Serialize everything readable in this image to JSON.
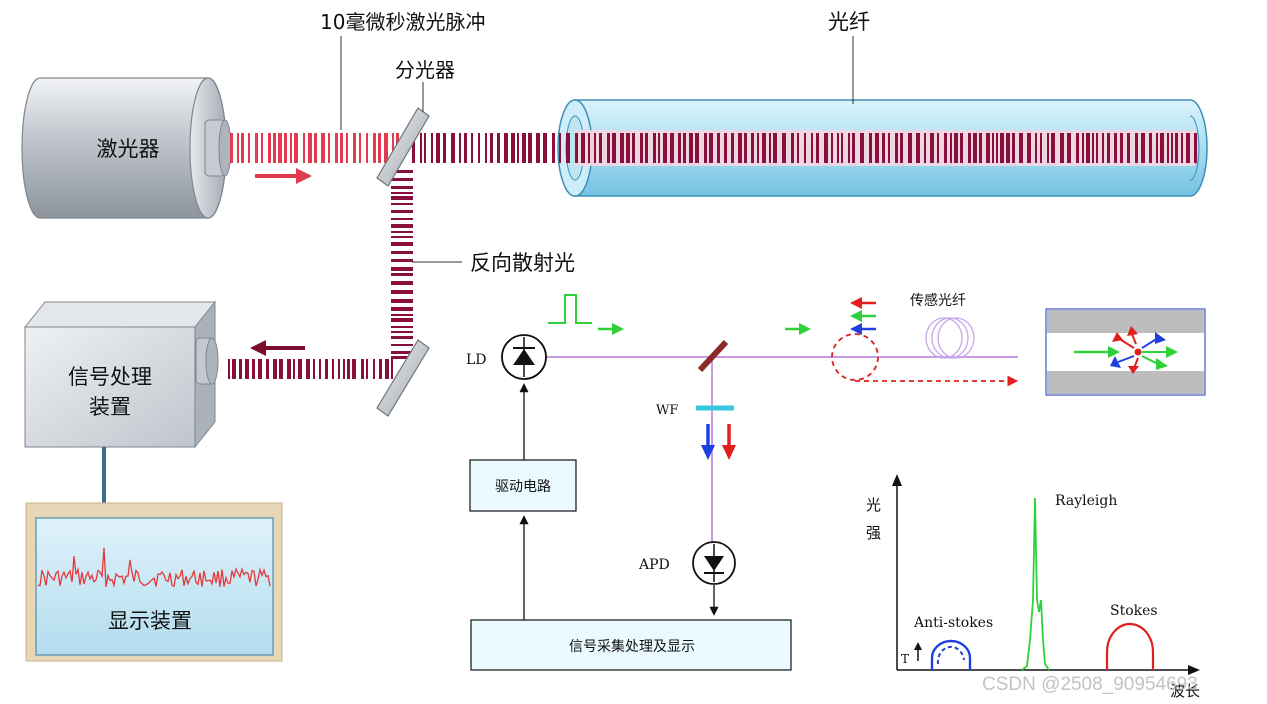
{
  "upper_diagram": {
    "pulse_label": "10毫微秒激光脉冲",
    "splitter_label": "分光器",
    "fiber_label": "光纤",
    "laser_label": "激光器",
    "backscatter_label": "反向散射光",
    "signal_processor_label_line1": "信号处理",
    "signal_processor_label_line2": "装置",
    "display_label": "显示装置"
  },
  "lower_diagram": {
    "ld_label": "LD",
    "wf_label": "WF",
    "apd_label": "APD",
    "driver_label": "驱动电路",
    "acquisition_label": "信号采集处理及显示",
    "sensing_fiber_label": "传感光纤"
  },
  "spectrum": {
    "y_axis_label_line1": "光",
    "y_axis_label_line2": "强",
    "x_axis_label": "波长",
    "temperature_label": "T",
    "anti_stokes_label": "Anti-stokes",
    "rayleigh_label": "Rayleigh",
    "stokes_label": "Stokes"
  },
  "watermark": "CSDN @2508_90954693",
  "colors": {
    "pulse": "#e23a4e",
    "backscatter": "#8a0f3c",
    "fiber_fill": "#bfe8f6",
    "fiber_stroke": "#3d8fb6",
    "lower_line": "#c89ae6",
    "green": "#2ed13a",
    "blue": "#1f3fe0",
    "red": "#e01f1f"
  }
}
